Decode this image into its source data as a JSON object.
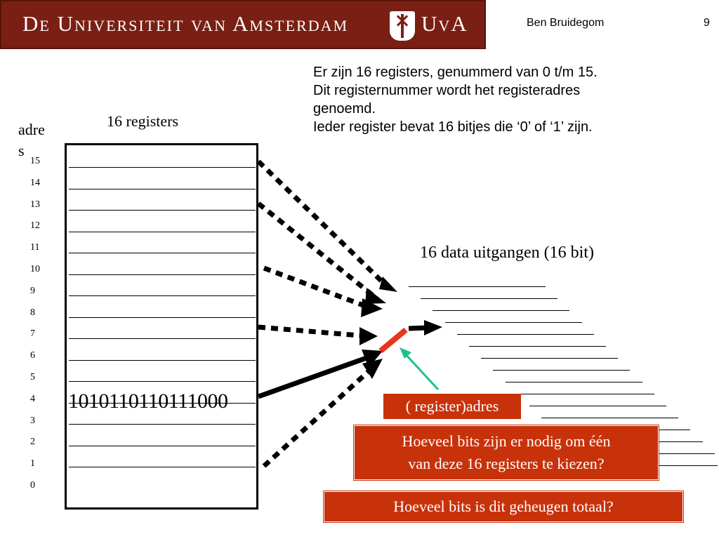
{
  "header": {
    "banner_text_left": "De Universiteit van Amsterdam",
    "banner_text_right": "UvA",
    "author": "Ben Bruidegom",
    "page_number": "9"
  },
  "intro": {
    "lines": [
      "Er zijn 16 registers, genummerd van 0 t/m 15.",
      "Dit registernummer wordt het registeradres",
      "genoemd.",
      "Ieder register bevat 16 bitjes die ‘0’ of ‘1’ zijn."
    ]
  },
  "registers": {
    "title": "16 registers",
    "address_label": "adres",
    "addresses": [
      "15",
      "14",
      "13",
      "12",
      "11",
      "10",
      "9",
      "8",
      "7",
      "6",
      "5",
      "4",
      "3",
      "2",
      "1",
      "0"
    ],
    "selected_value": "1010110110111000"
  },
  "outputs": {
    "title": "16 data uitgangen (16 bit)",
    "count": 16
  },
  "address_box": {
    "label": "( register)adres"
  },
  "questions": {
    "q1_line1": "Hoeveel bits zijn er nodig om één",
    "q1_line2": "van deze 16 registers te kiezen?",
    "q2": "Hoeveel bits is dit geheugen totaal?"
  },
  "colors": {
    "banner": "#7a1f14",
    "question_box": "#c8320a",
    "selector": "#e8361b",
    "pointer_arrow": "#1fbf8f"
  }
}
